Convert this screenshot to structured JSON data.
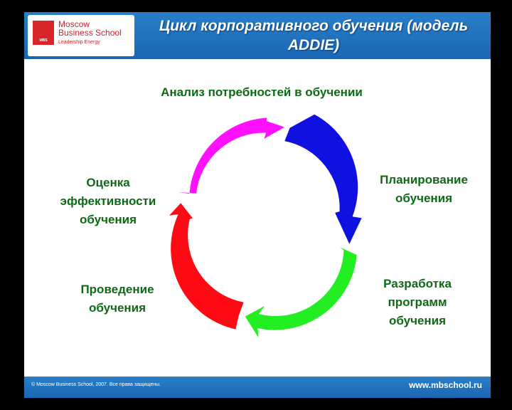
{
  "header": {
    "logo_line1": "Moscow",
    "logo_line2": "Business School",
    "logo_tagline": "Leadership Energy",
    "logo_badge": "MBS",
    "title": "Цикл корпоративного обучения (модель ADDIE)"
  },
  "cycle": {
    "analysis": "Анализ потребностей в обучении",
    "planning": "Планирование обучения",
    "development": "Разработка программ обучения",
    "delivery": "Проведение обучения",
    "evaluation": "Оценка эффективности обучения"
  },
  "arrow_colors": {
    "analysis_to_planning": "#1010e0",
    "planning_to_development": "#22ee22",
    "development_to_delivery": "#ff0a14",
    "delivery_to_evaluation": "#ff10ff"
  },
  "footer": {
    "copyright": "© Moscow Business School, 2007. Все права защищены.",
    "url": "www.mbschool.ru"
  }
}
